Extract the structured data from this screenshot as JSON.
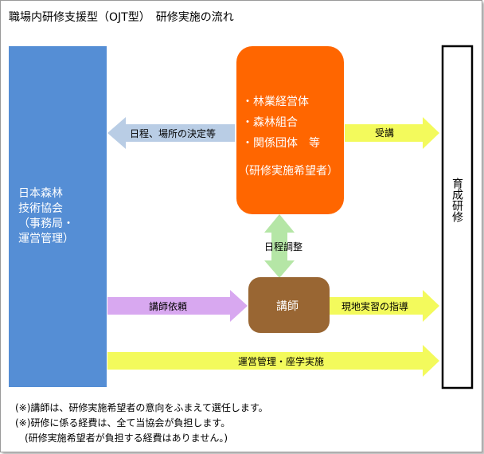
{
  "title": "職場内研修支援型（OJT型）　研修実施の流れ",
  "left_box": {
    "lines": [
      "日本森林",
      "技術協会",
      "（事務局・",
      "運営管理）"
    ],
    "color": "#558ed5"
  },
  "orange_box": {
    "items": [
      "・林業経営体",
      "・森林組合",
      "・関係団体　等"
    ],
    "note": "（研修実施希望者）",
    "color": "#ff6600"
  },
  "instructor_box": {
    "label": "講師",
    "color": "#996633"
  },
  "right_box": {
    "label": "育成研修"
  },
  "arrows": {
    "schedule_place": "日程、場所の決定等",
    "attend": "受講",
    "schedule_adjust": "日程調整",
    "request_instructor": "講師依頼",
    "onsite_guidance": "現地実習の指導",
    "operation": "運営管理・座学実施"
  },
  "notes": [
    "(※)講師は、研修実施希望者の意向をふまえて選任します。",
    "(※)研修に係る経費は、全て当協会が負担します。",
    "　(研修実施希望者が負担する経費はありません。)"
  ],
  "colors": {
    "arrow_blue": "#b9cde5",
    "arrow_yellow": "#f3fa5c",
    "arrow_purple": "#d8a8f0",
    "arrow_green": "#b5e6a6"
  }
}
